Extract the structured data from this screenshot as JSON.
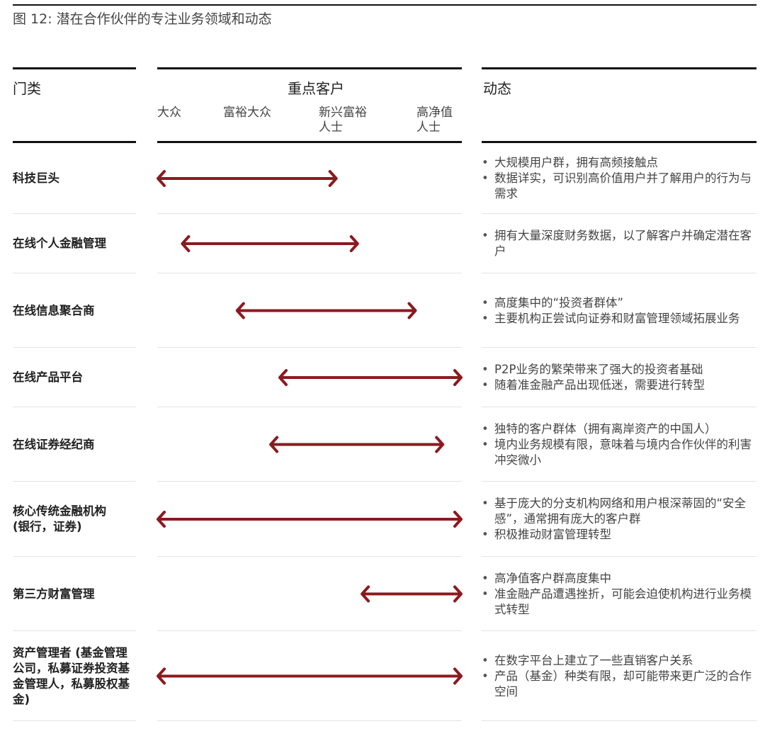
{
  "title": "图 12: 潜在合作伙伴的专注业务领域和动态",
  "header": {
    "category": "门类",
    "customers": "重点客户",
    "dynamics": "动态",
    "segments": [
      "大众",
      "富裕大众",
      "新兴富裕\n人士",
      "高净值\n人士"
    ]
  },
  "colors": {
    "arrow": "#8b1a1f",
    "rule": "#111111"
  },
  "rows": [
    {
      "category": "科技巨头",
      "range": [
        0.0,
        0.59
      ],
      "notes": [
        "大规模用户群，拥有高频接触点",
        "数据详实，可识别高价值用户并了解用户的行为与需求"
      ]
    },
    {
      "category": "在线个人金融管理",
      "range": [
        0.08,
        0.66
      ],
      "notes": [
        "拥有大量深度财务数据，以了解客户并确定潜在客户"
      ]
    },
    {
      "category": "在线信息聚合商",
      "range": [
        0.26,
        0.85
      ],
      "notes": [
        "高度集中的“投资者群体”",
        "主要机构正尝试向证券和财富管理领域拓展业务"
      ]
    },
    {
      "category": "在线产品平台",
      "range": [
        0.4,
        1.0
      ],
      "notes": [
        "P2P业务的繁荣带来了强大的投资者基础",
        "随着准金融产品出现低迷，需要进行转型"
      ]
    },
    {
      "category": "在线证券经纪商",
      "range": [
        0.37,
        0.94
      ],
      "notes": [
        "独特的客户群体（拥有离岸资产的中国人）",
        "境内业务规模有限，意味着与境内合作伙伴的利害冲突微小"
      ]
    },
    {
      "category": "核心传统金融机构\n(银行，证券)",
      "range": [
        0.0,
        1.0
      ],
      "notes": [
        "基于庞大的分支机构网络和用户根深蒂固的“安全感”，通常拥有庞大的客户群",
        "积极推动财富管理转型"
      ]
    },
    {
      "category": "第三方财富管理",
      "range": [
        0.67,
        1.0
      ],
      "notes": [
        "高净值客户群高度集中",
        "准金融产品遭遇挫折，可能会迫使机构进行业务模式转型"
      ]
    },
    {
      "category": "资产管理者 (基金管理公司，私募证券投资基金管理人，私募股权基金)",
      "range": [
        0.0,
        1.0
      ],
      "notes": [
        "在数字平台上建立了一些直销客户关系",
        "产品（基金）种类有限，却可能带来更广泛的合作空间"
      ]
    }
  ]
}
